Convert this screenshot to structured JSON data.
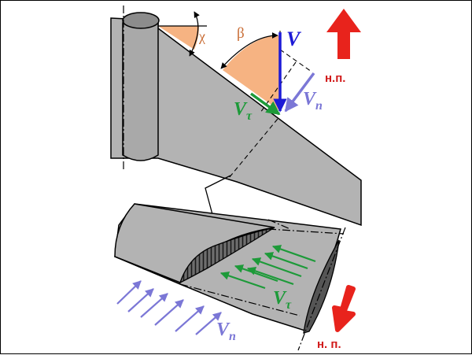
{
  "labels": {
    "angle_chi": "χ",
    "angle_beta": "β",
    "velocity_V": "V",
    "velocity_Vn_top": "Vn",
    "velocity_Vtau_top": "Vτ",
    "velocity_Vn_bottom": "Vn",
    "velocity_Vtau_bottom": "Vτ",
    "direction_top": "н.п.",
    "direction_bottom": "н. п."
  },
  "colors": {
    "wing_fill": "#b3b3b3",
    "angle_fill": "#f6b382",
    "arrow_red": "#e8231c",
    "label_red": "#d11a1a",
    "arrow_blue": "#1d1ad6",
    "arrow_lavender": "#7b77d6",
    "arrow_green": "#1d9a39",
    "angle_label": "#c86b33"
  }
}
